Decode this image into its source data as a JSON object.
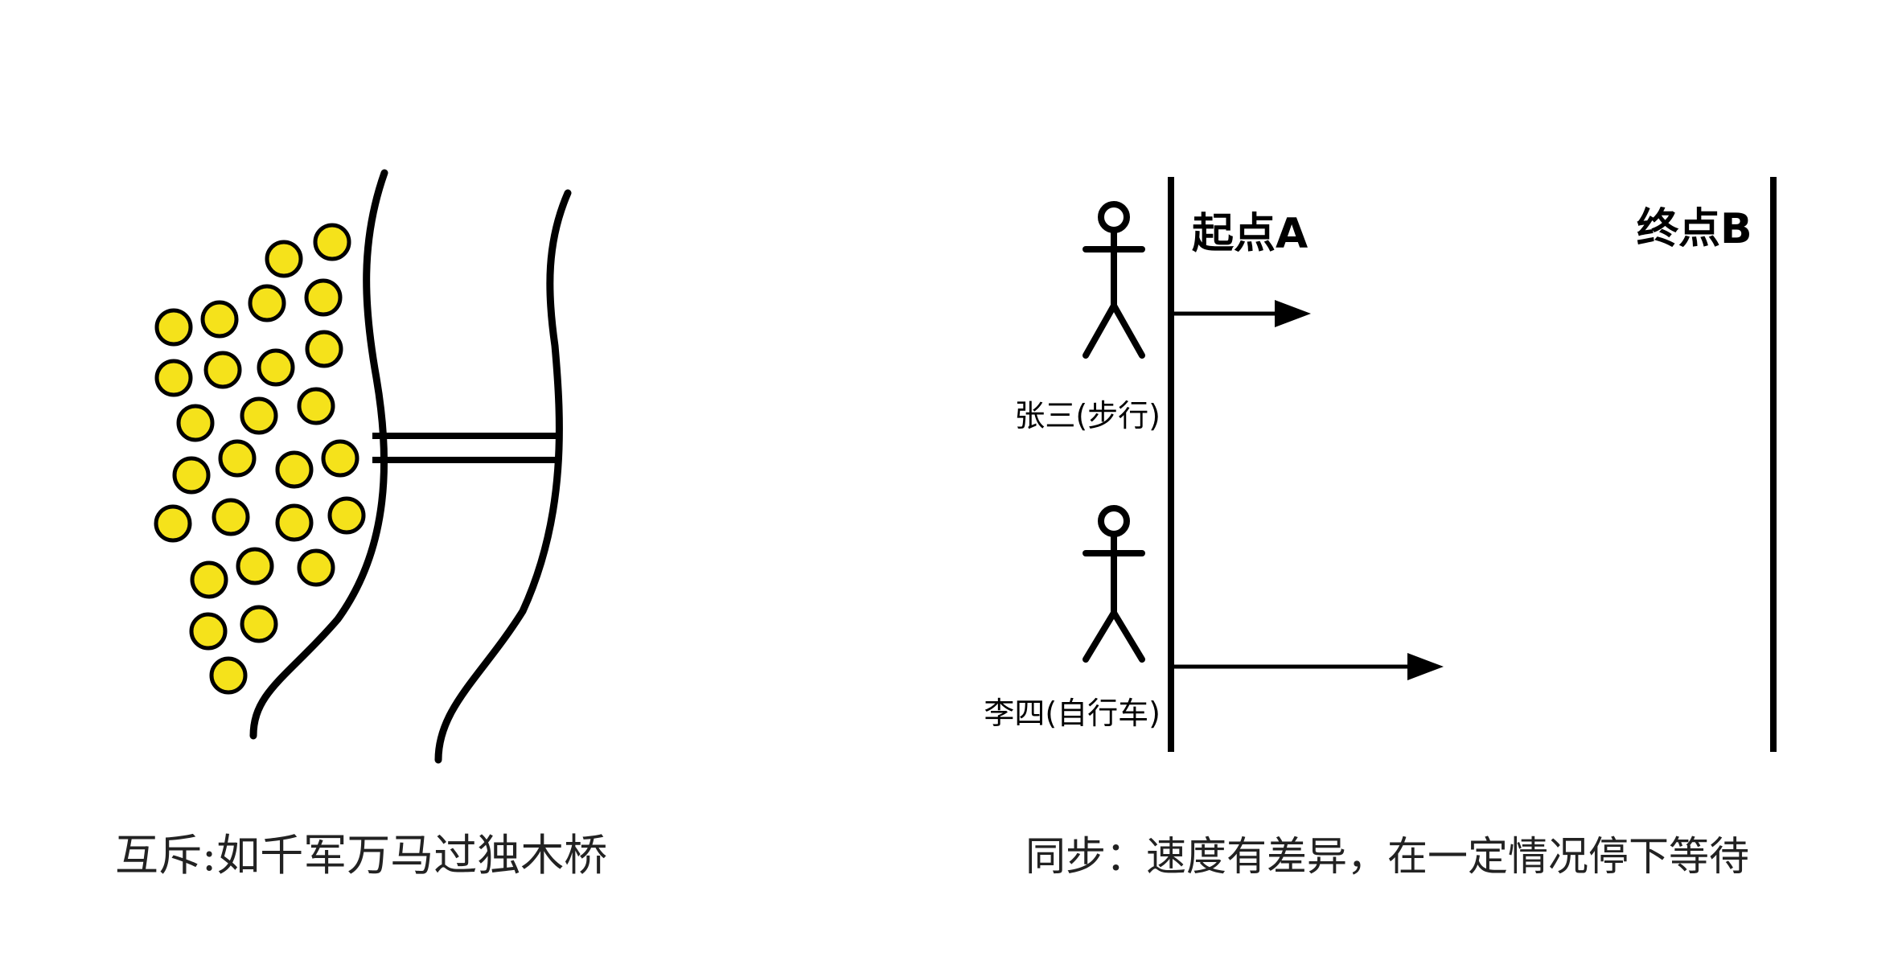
{
  "left_panel": {
    "caption": "互斥:如千军万马过独木桥"
  },
  "right_panel": {
    "start_label": "起点A",
    "end_label": "终点B",
    "walker_label": "张三(步行)",
    "cyclist_label": "李四(自行车)",
    "caption": "同步：速度有差异，在一定情况停下等待"
  },
  "colors": {
    "crowd_fill": "#F5E21B",
    "stroke": "#000000"
  }
}
